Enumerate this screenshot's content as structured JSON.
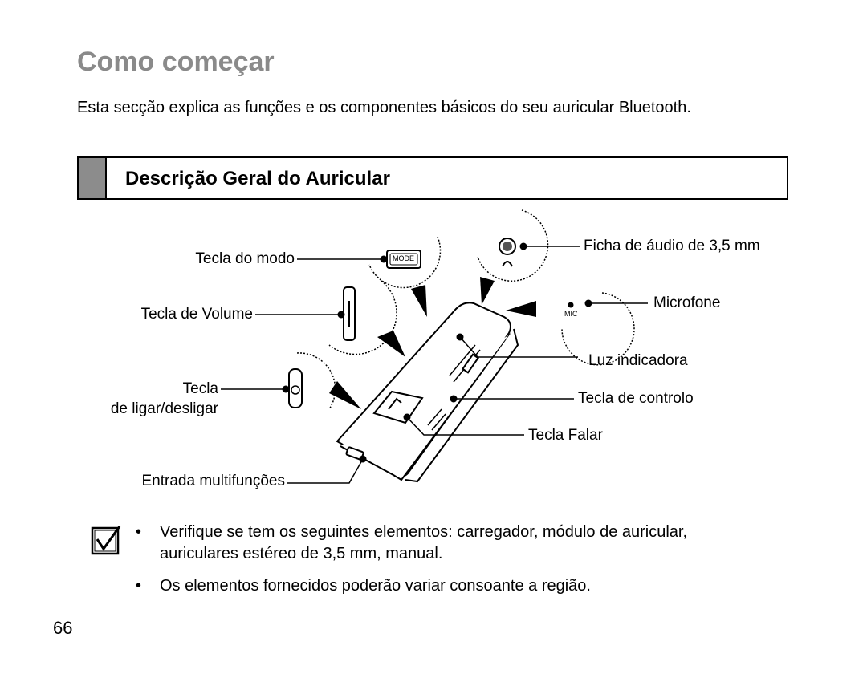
{
  "page": {
    "title": "Como começar",
    "intro": "Esta secção explica as funções e os componentes básicos do seu auricular Bluetooth.",
    "section_heading": "Descrição Geral do Auricular",
    "page_number": "66"
  },
  "diagram": {
    "labels": {
      "mode_key": "Tecla do modo",
      "volume_key": "Tecla de Volume",
      "power_key_line1": "Tecla",
      "power_key_line2": "de ligar/desligar",
      "multi_jack": "Entrada multifunções",
      "audio_jack": "Ficha de áudio de 3,5 mm",
      "microphone": "Microfone",
      "indicator_light": "Luz indicadora",
      "control_key": "Tecla de controlo",
      "talk_key": "Tecla Falar"
    },
    "device_text": {
      "mode_button": "MODE",
      "mic": "MIC"
    }
  },
  "notes": {
    "icon": "checkbox-check-icon",
    "items": [
      "Verifique se tem os seguintes elementos: carregador, módulo de auricular, auriculares estéreo de 3,5 mm, manual.",
      "Os elementos fornecidos poderão variar consoante a região."
    ]
  }
}
